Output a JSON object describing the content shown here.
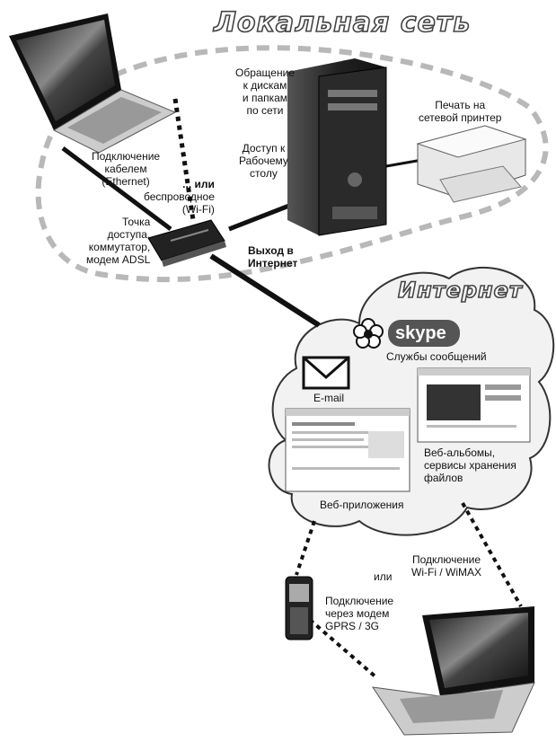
{
  "titles": {
    "lan": "Локальная сеть",
    "internet": "Интернет"
  },
  "labels": {
    "disk_access": [
      "Обращение",
      "к дискам",
      "и папкам",
      "по сети"
    ],
    "desktop_access": [
      "Доступ к",
      "Рабочему",
      "столу"
    ],
    "printer": [
      "Печать на",
      "сетевой принтер"
    ],
    "cable": [
      "Подключение",
      "кабелем",
      "(Ethernet)"
    ],
    "wireless": [
      "... или",
      "беспроводное",
      "(Wi-Fi)"
    ],
    "access_point": [
      "Точка",
      "доступа,",
      "коммутатор,",
      "модем ADSL"
    ],
    "internet_exit": [
      "Выход в",
      "Интернет"
    ],
    "messaging": "Службы сообщений",
    "email": "E-mail",
    "albums": [
      "Веб-альбомы,",
      "сервисы хранения",
      "файлов"
    ],
    "webapps": "Веб-приложения",
    "wifi_wimax": [
      "Подключение",
      "Wi-Fi / WiMAX"
    ],
    "or": "или",
    "gprs": [
      "Подключение",
      "через модем",
      "GPRS / 3G"
    ],
    "skype": "skype"
  },
  "colors": {
    "line": "#111111",
    "dashed_border": "#b8b8b8",
    "cloud_fill": "#f2f2f2",
    "cloud_stroke": "#333333"
  }
}
